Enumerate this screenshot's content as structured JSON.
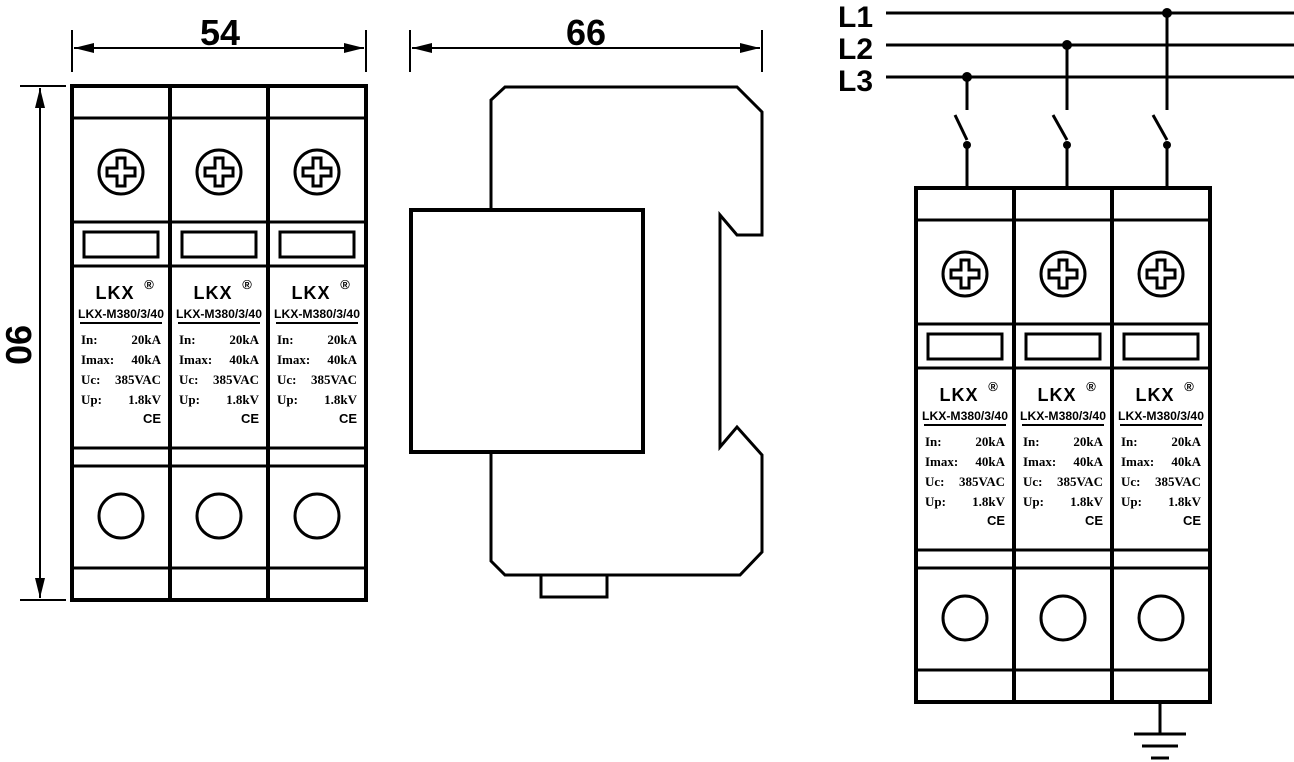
{
  "dimensions": {
    "width": "54",
    "depth": "66",
    "height": "90"
  },
  "module": {
    "brand": "LKX",
    "registered": "®",
    "model": "LKX-M380/3/40",
    "specs": [
      {
        "label": "In:",
        "value": "20kA"
      },
      {
        "label": "Imax:",
        "value": "40kA"
      },
      {
        "label": "Uc:",
        "value": "385VAC"
      },
      {
        "label": "Up:",
        "value": "1.8kV"
      }
    ],
    "mark": "CE"
  },
  "wiring": {
    "phases": [
      "L1",
      "L2",
      "L3"
    ]
  }
}
